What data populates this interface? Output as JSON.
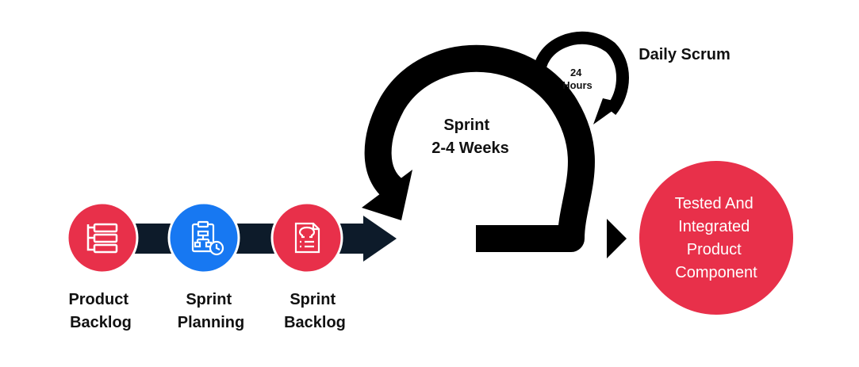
{
  "colors": {
    "accent_red": "#E8304A",
    "accent_blue": "#1778F2",
    "navy": "#0D1B2A",
    "black": "#000000",
    "text": "#111111"
  },
  "steps": [
    {
      "line1": "Product",
      "line2": "Backlog",
      "icon": "backlog-list-icon"
    },
    {
      "line1": "Sprint",
      "line2": "Planning",
      "icon": "planning-clipboard-icon"
    },
    {
      "line1": "Sprint",
      "line2": "Backlog",
      "icon": "sprint-backlog-doc-icon"
    }
  ],
  "sprint": {
    "line1": "Sprint",
    "line2": "2-4 Weeks"
  },
  "daily_scrum": {
    "title": "Daily Scrum",
    "duration_line1": "24",
    "duration_line2": "Hours"
  },
  "result": {
    "lines": [
      "Tested And",
      "Integrated",
      "Product",
      "Component"
    ]
  }
}
